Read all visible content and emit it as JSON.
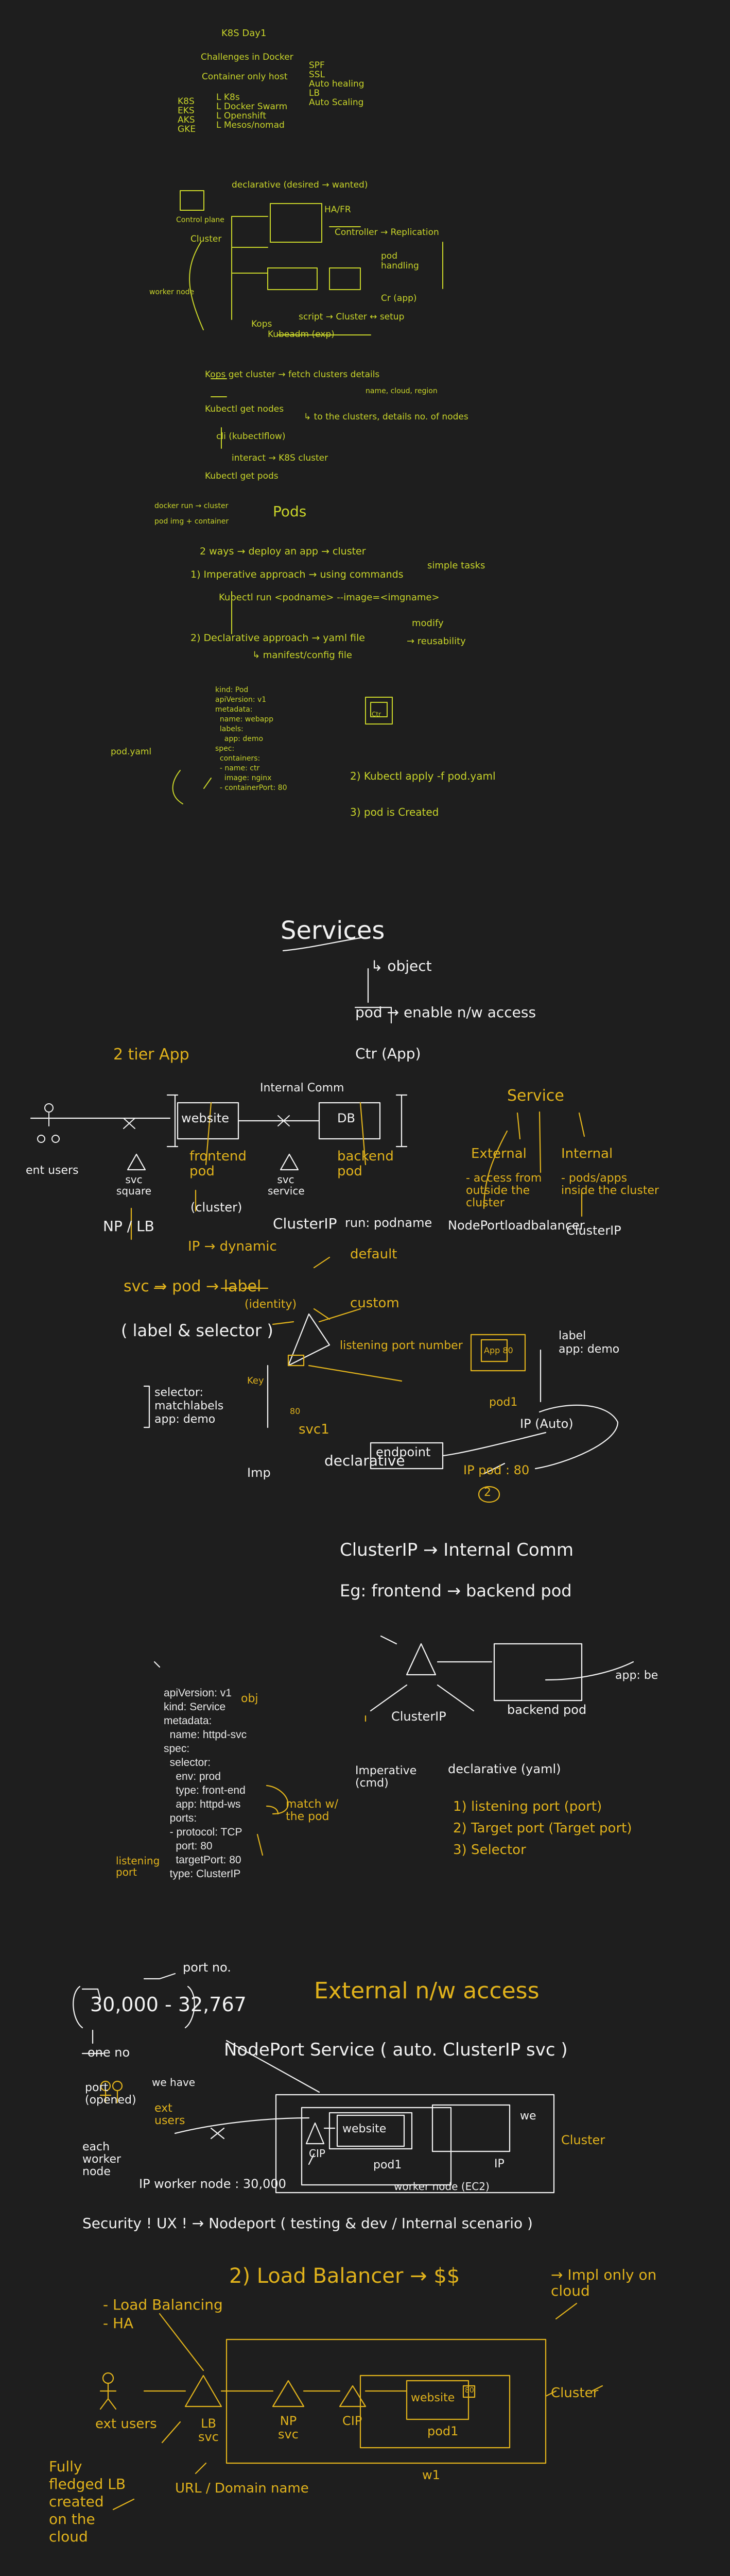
{
  "notes": {
    "k8s": {
      "title": "K8S Day1",
      "challenges": "Challenges in Docker",
      "container_only": "Container only host",
      "right_list": [
        "SPF",
        "SSL",
        "Auto healing",
        "LB",
        "Auto Scaling"
      ],
      "left_list": [
        "K8S",
        "EKS",
        "AKS",
        "GKE"
      ],
      "k8s_list": [
        "L K8s",
        "L Docker Swarm",
        "L Openshift",
        "L Mesos/nomad"
      ],
      "declarative": "declarative (desired → wanted)",
      "replication": "Controller → Replication",
      "ha_fi": "HA/FR",
      "pod_handling": "pod handling",
      "cr_app": "Cr (app)",
      "cluster": "Cluster",
      "control_plane": "Control plane",
      "worker_node": "worker node",
      "kops": "Kops",
      "kubeadm": "Kubeadm (exp)",
      "script": "script → Cluster ↔ setup",
      "fetch": "Kops get cluster → fetch clusters details",
      "region": "name, cloud, region",
      "kubectl_nodes": "Kubectl get nodes",
      "details": "↳ to the clusters, details no. of nodes",
      "cli": "cli (kubectlflow)",
      "interact": "interact → K8S cluster",
      "get_pods": "Kubectl get pods"
    },
    "pods": {
      "title": "Pods",
      "header_note": "docker run → cluster",
      "sub_note": "pod img + container",
      "ways": "2 ways → deploy an app → cluster",
      "imperative": "1) Imperative approach → using commands",
      "simple": "simple tasks",
      "kubectl_run": "Kubectl run <podname> --image=<imgname>",
      "declarative": "2) Declarative approach → yaml file",
      "modify": "modify",
      "reusability": "→ reusability",
      "manifest": "↳ manifest/config file",
      "yaml_lines": [
        "kind: Pod",
        "apiVersion: v1",
        "metadata:",
        "  name: webapp",
        "  labels:",
        "    app: demo",
        "spec:",
        "  containers:",
        "  - name: ctr",
        "    image: nginx",
        "  - containerPort: 80"
      ],
      "pod_yaml": "pod.yaml",
      "step2": "2) Kubectl apply -f pod.yaml",
      "step3": "3) pod is Created",
      "ctr": "Ctr"
    },
    "services": {
      "title": "Services",
      "object": "↳ object",
      "pod_access": "pod → enable n/w access",
      "ctr_app": "Ctr (App)",
      "tier_app": "2 tier App",
      "internal_comm": "Internal Comm",
      "website": "website",
      "db": "DB",
      "frontend_pod": "frontend pod",
      "backend_pod": "backend pod",
      "ent_users": "ent users",
      "svc_square": "svc square",
      "svc_service": "svc service",
      "np_lb": "NP / LB",
      "cluster_label": "(cluster)",
      "clusterip_label": "ClusterIP",
      "run_podname": "run: podname",
      "ip_dynamic": "IP → dynamic",
      "svc_pod_label": "svc → pod → label",
      "identity": "(identity)",
      "default": "default",
      "custom": "custom",
      "label_selector": "( label & selector )",
      "service_title": "Service",
      "external": "External",
      "internal": "Internal",
      "access_outside": "- access from outside the cluster",
      "pods_inside": "- pods/apps inside the cluster",
      "nodeport": "NodePort",
      "loadbalancer": "loadbalancer",
      "clusterip": "ClusterIP",
      "listening_port": "listening port number",
      "selector_box": [
        "selector:",
        "matchlabels",
        "app: demo"
      ],
      "key": "Key",
      "port_80": "80",
      "svc1": "svc1",
      "label_box": [
        "label",
        "app: demo"
      ],
      "app_tag": "App 80",
      "pod1": "pod1",
      "endpoint": "endpoint",
      "ip_auto": "IP (Auto)",
      "ip_pod": "IP pod : 80",
      "imp": "Imp",
      "declarative_word": "declarative",
      "two": "2"
    },
    "clusterip": {
      "heading": "ClusterIP → Internal Comm",
      "example": "Eg: frontend → backend pod",
      "app_be": "app: be",
      "backend_pod": "backend pod",
      "clusterip": "ClusterIP",
      "imperative": "Imperative (cmd)",
      "declarative": "declarative (yaml)",
      "steps": [
        "1) listening port (port)",
        "2) Target port (Target port)",
        "3) Selector"
      ],
      "obj": "obj",
      "match": "match w/ the pod",
      "listening_port": "listening port",
      "yaml": [
        "apiVersion: v1",
        "kind: Service",
        "metadata:",
        "  name: httpd-svc",
        "spec:",
        "  selector:",
        "    env: prod",
        "    type: front-end",
        "    app: httpd-ws",
        "  ports:",
        "  - protocol: TCP",
        "    port: 80",
        "    targetPort: 80",
        "  type: ClusterIP"
      ]
    },
    "nodeport": {
      "port_no": "port no.",
      "range": "30,000 - 32,767",
      "title": "External n/w access",
      "one_no": "one no",
      "nodeport_service": "NodePort Service  ( auto. ClusterIP svc )",
      "port_opened": "port (opened)",
      "each_worker": "each worker node",
      "we_have": "we have",
      "ext_users": "ext users",
      "website": "website",
      "pod1": "pod1",
      "cip": "CIP",
      "ip": "IP",
      "worker_node": "worker node (EC2)",
      "we": "we",
      "cluster": "Cluster",
      "ip_worker": "IP worker node : 30,000",
      "security": "Security ! UX ! → Nodeport ( testing & dev / Internal scenario )"
    },
    "loadbalancer": {
      "title": "2)  Load Balancer  →  $$",
      "impl": "→ Impl only on cloud",
      "lb_ha": [
        "- Load Balancing",
        "- HA"
      ],
      "ext_users": "ext users",
      "lb_svc": "LB svc",
      "np_svc": "NP svc",
      "cip": "CIP",
      "website": "website",
      "pod1": "pod1",
      "w1": "w1",
      "cluster": "Cluster",
      "fully": "Fully fledged LB created on the cloud",
      "url": "URL / Domain name",
      "eighty": "80"
    }
  },
  "colors": {
    "background": "#1e1e1e",
    "yellow_green": "#c8d42a",
    "orange": "#e0b21c",
    "white": "#f2f2f2"
  }
}
